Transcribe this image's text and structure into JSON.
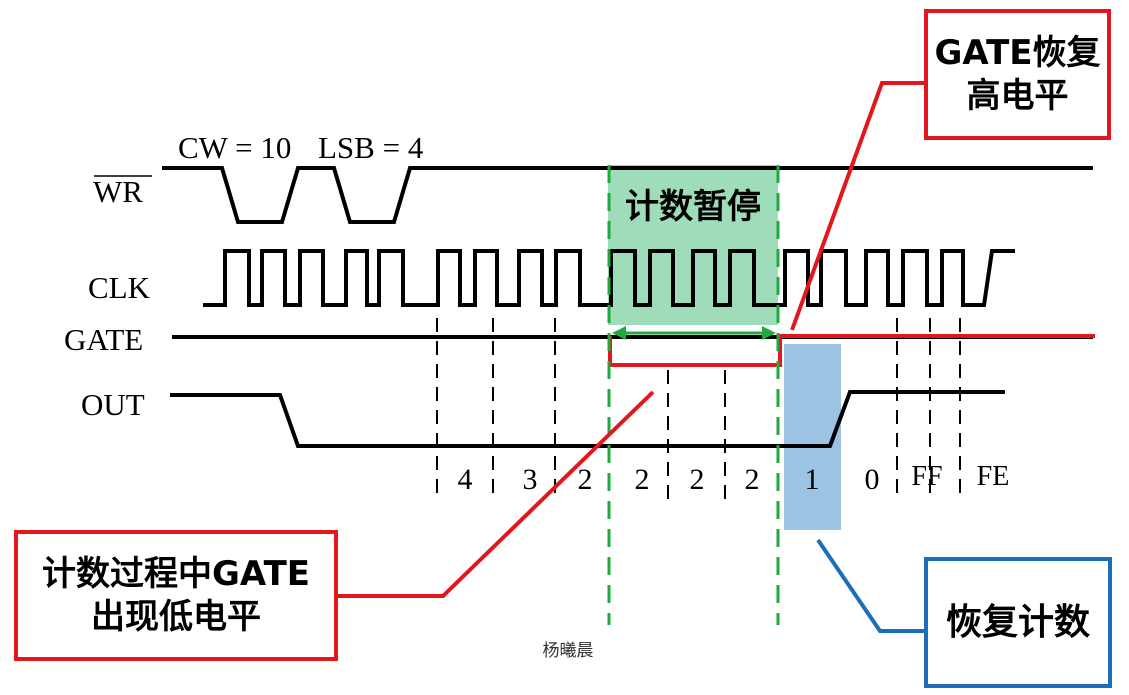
{
  "signals": {
    "wr": "WR",
    "clk": "CLK",
    "gate": "GATE",
    "out": "OUT"
  },
  "control_words": {
    "cw": "CW = 10",
    "lsb": "LSB = 4"
  },
  "count_values": [
    "4",
    "3",
    "2",
    "2",
    "2",
    "2",
    "1",
    "0",
    "FF",
    "FE"
  ],
  "annotations": {
    "pause_label": "计数暂停",
    "gate_high_line1": "GATE恢复",
    "gate_high_line2": "高电平",
    "gate_low_line1": "计数过程中GATE",
    "gate_low_line2": "出现低电平",
    "resume_label": "恢复计数"
  },
  "watermark": "杨曦晨",
  "colors": {
    "red": "#e3161d",
    "blue": "#1b6fb8",
    "green": "#1faa3f",
    "pause_fill": "#9fdcb9",
    "resume_fill": "#9cc3e4"
  }
}
